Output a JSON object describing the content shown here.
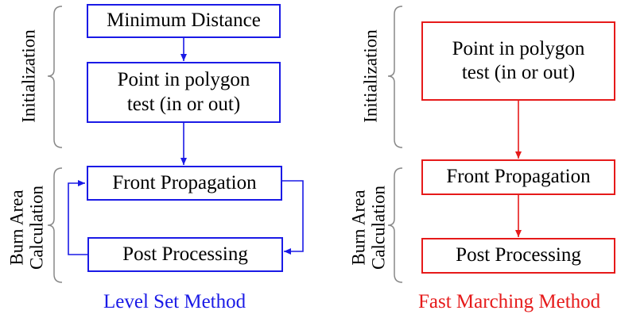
{
  "phases": {
    "initialization": "Initialization",
    "burn_area_calculation": "Burn Area\nCalculation"
  },
  "level_set": {
    "caption": "Level Set Method",
    "color": "#1a1ae6",
    "steps": {
      "minimum_distance": "Minimum Distance",
      "point_in_polygon": "Point in polygon\ntest (in or out)",
      "front_propagation": "Front Propagation",
      "post_processing": "Post Processing"
    }
  },
  "fast_marching": {
    "caption": "Fast Marching Method",
    "color": "#e61a1a",
    "steps": {
      "point_in_polygon": "Point in polygon\ntest (in or out)",
      "front_propagation": "Front Propagation",
      "post_processing": "Post Processing"
    }
  }
}
